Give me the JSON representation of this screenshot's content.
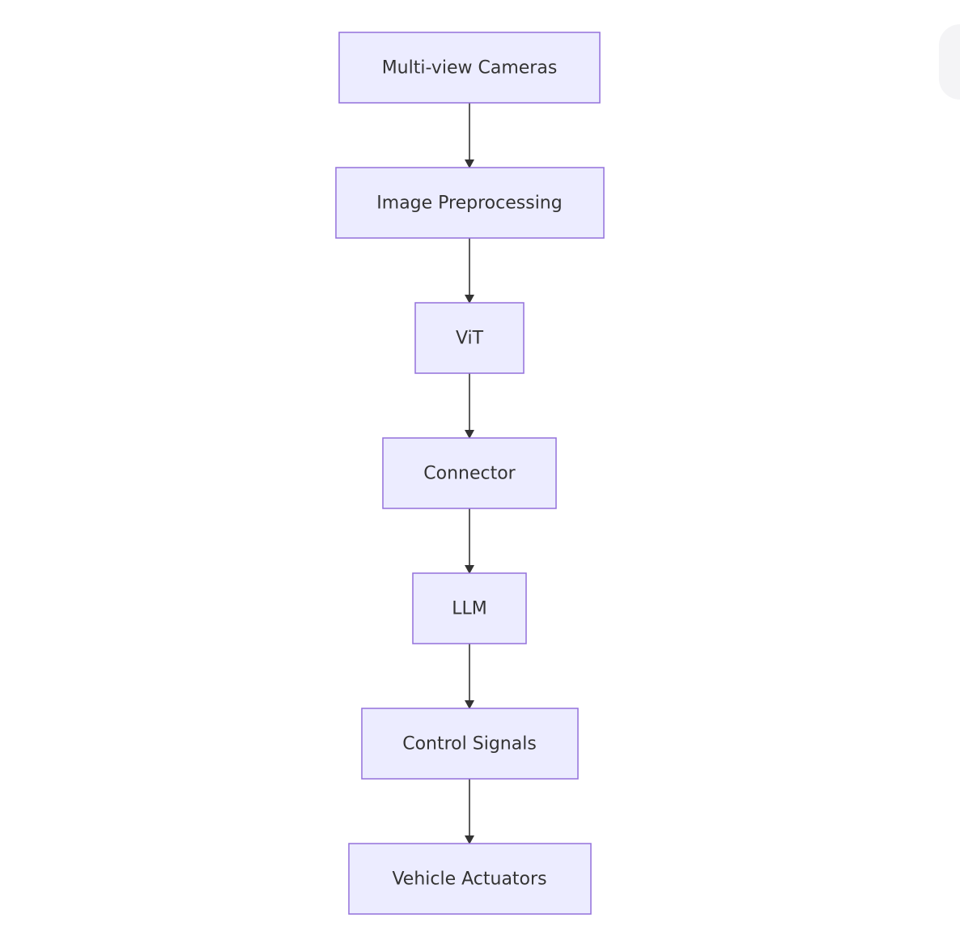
{
  "diagram": {
    "type": "flowchart",
    "direction": "top-down",
    "colors": {
      "node_fill": "#ECECFF",
      "node_stroke": "#9370DB",
      "text": "#333333",
      "edge": "#333333"
    },
    "nodes": [
      {
        "id": "cameras",
        "label": "Multi-view Cameras"
      },
      {
        "id": "preprocessing",
        "label": "Image Preprocessing"
      },
      {
        "id": "vit",
        "label": "ViT"
      },
      {
        "id": "connector",
        "label": "Connector"
      },
      {
        "id": "llm",
        "label": "LLM"
      },
      {
        "id": "control",
        "label": "Control Signals"
      },
      {
        "id": "actuators",
        "label": "Vehicle Actuators"
      }
    ],
    "edges": [
      {
        "from": "cameras",
        "to": "preprocessing"
      },
      {
        "from": "preprocessing",
        "to": "vit"
      },
      {
        "from": "vit",
        "to": "connector"
      },
      {
        "from": "connector",
        "to": "llm"
      },
      {
        "from": "llm",
        "to": "control"
      },
      {
        "from": "control",
        "to": "actuators"
      }
    ]
  }
}
